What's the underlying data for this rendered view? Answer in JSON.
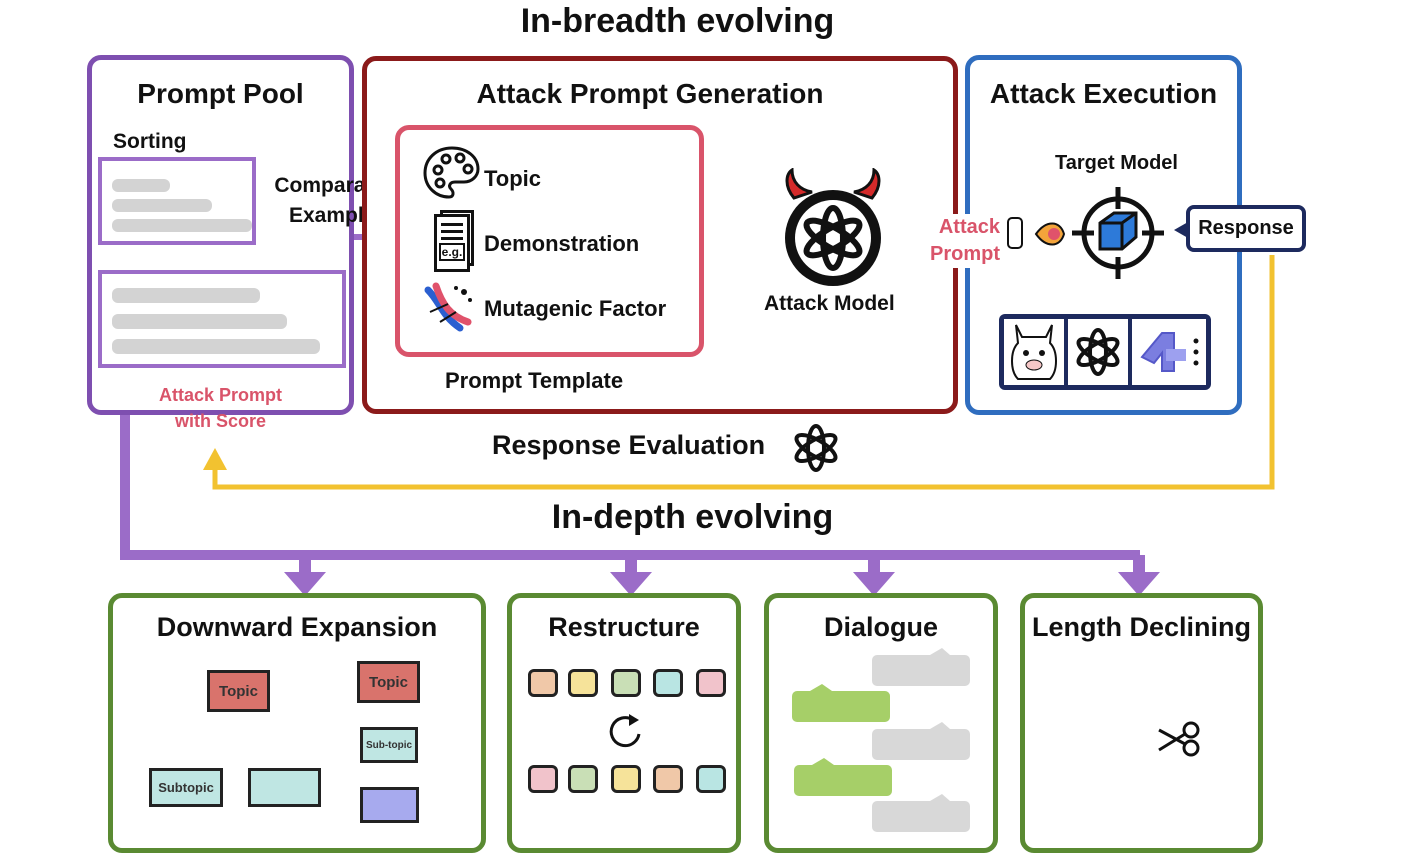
{
  "header": {
    "in_breadth": "In-breadth evolving",
    "in_depth": "In-depth evolving"
  },
  "prompt_pool": {
    "title": "Prompt Pool",
    "sorting": "Sorting",
    "comparative_line1": "Comparative",
    "comparative_line2": "Examples",
    "attack_prompt_line1": "Attack Prompt",
    "attack_prompt_line2": "with Score"
  },
  "generation": {
    "title": "Attack Prompt Generation",
    "template_items": [
      "Topic",
      "Demonstration",
      "Mutagenic Factor"
    ],
    "demo_icon_text": "e.g.",
    "template_label": "Prompt Template",
    "attack_model": "Attack Model"
  },
  "execution": {
    "title": "Attack Execution",
    "target_model": "Target Model",
    "attack_prompt_line1": "Attack",
    "attack_prompt_line2": "Prompt",
    "response": "Response"
  },
  "evaluation": {
    "label": "Response Evaluation"
  },
  "depth_boxes": [
    {
      "title": "Downward Expansion"
    },
    {
      "title": "Restructure"
    },
    {
      "title": "Dialogue"
    },
    {
      "title": "Length Declining"
    }
  ],
  "downward": {
    "topic1": "Topic",
    "subtopic": "Subtopic",
    "topic2": "Topic",
    "subtopic2": "Sub-topic"
  },
  "colors": {
    "purple": "#7e4fb0",
    "red": "#8b1a1a",
    "blue": "#2f6dbf",
    "green": "#5a8a32",
    "yellow": "#f2c230",
    "pink": "#d9546a"
  }
}
